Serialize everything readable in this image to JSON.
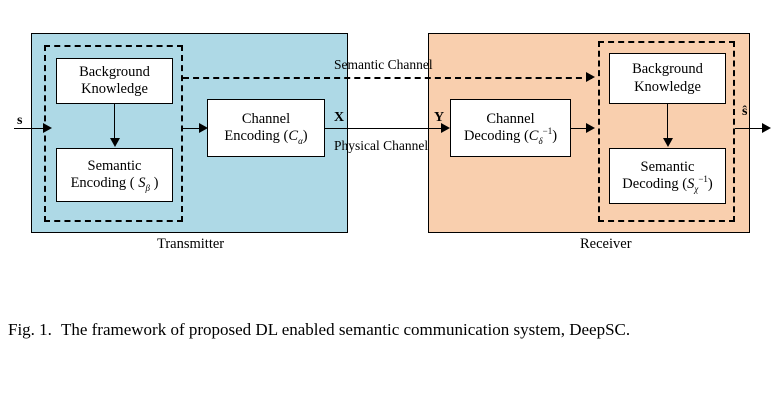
{
  "figure": {
    "caption_number": "Fig. 1.",
    "caption_text": "The framework of proposed DL enabled semantic communication system, DeepSC."
  },
  "colors": {
    "transmitter_fill": "#aed9e6",
    "receiver_fill": "#f9cfae",
    "stroke": "#000000",
    "block_fill": "#ffffff"
  },
  "transmitter": {
    "caption": "Transmitter",
    "blocks": [
      {
        "id": "tx-background-knowledge",
        "line1": "Background",
        "line2": "Knowledge"
      },
      {
        "id": "tx-semantic-encoding",
        "line1": "Semantic",
        "line2_prefix": "Encoding ( ",
        "symbol": "S",
        "subscript": "β",
        "line2_suffix": " )"
      },
      {
        "id": "tx-channel-encoding",
        "line1": "Channel",
        "line2_prefix": "Encoding (",
        "symbol": "C",
        "subscript": "α",
        "line2_suffix": ")"
      }
    ]
  },
  "receiver": {
    "caption": "Receiver",
    "blocks": [
      {
        "id": "rx-channel-decoding",
        "line1": "Channel",
        "line2_prefix": "Decoding (",
        "symbol": "C",
        "subscript": "δ",
        "superscript": "−1",
        "line2_suffix": ")"
      },
      {
        "id": "rx-background-knowledge",
        "line1": "Background",
        "line2": "Knowledge"
      },
      {
        "id": "rx-semantic-decoding",
        "line1": "Semantic",
        "line2_prefix": "Decoding (",
        "symbol": "S",
        "subscript": "χ",
        "superscript": "−1",
        "line2_suffix": ")"
      }
    ]
  },
  "signals": {
    "input": "s",
    "output": "ŝ",
    "transmitted": "X",
    "received": "Y"
  },
  "channels": {
    "semantic": "Semantic Channel",
    "physical": "Physical Channel"
  }
}
